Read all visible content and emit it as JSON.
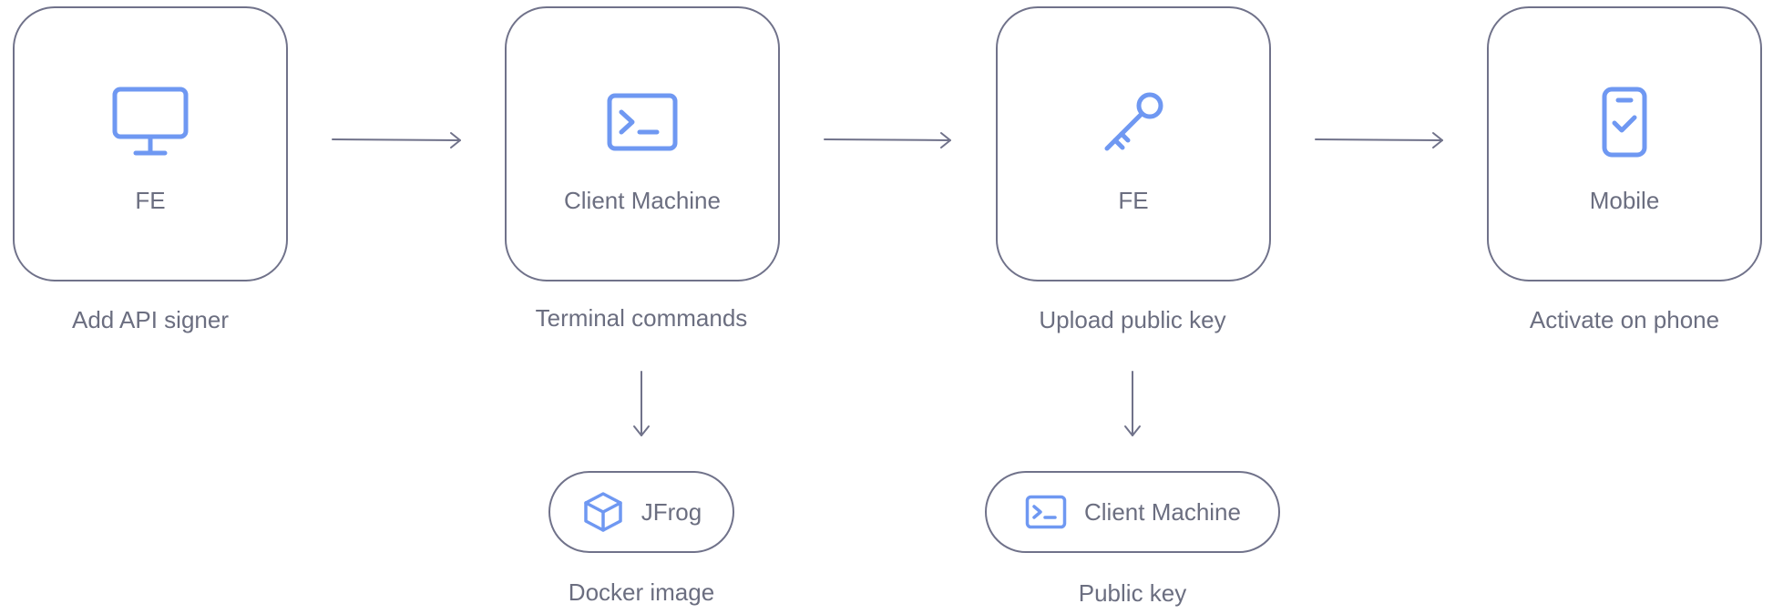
{
  "colors": {
    "icon": "#6f98f2",
    "border": "#70728a",
    "text": "#6b6e80"
  },
  "nodes": [
    {
      "title": "FE",
      "caption": "Add API signer",
      "icon": "monitor-icon"
    },
    {
      "title": "Client Machine",
      "caption": "Terminal commands",
      "icon": "terminal-icon"
    },
    {
      "title": "FE",
      "caption": "Upload public key",
      "icon": "key-icon"
    },
    {
      "title": "Mobile",
      "caption": "Activate on phone",
      "icon": "phone-check-icon"
    }
  ],
  "sub_nodes": [
    {
      "label": "JFrog",
      "caption": "Docker image",
      "icon": "cube-icon"
    },
    {
      "label": "Client Machine",
      "caption": "Public key",
      "icon": "terminal-icon"
    }
  ]
}
